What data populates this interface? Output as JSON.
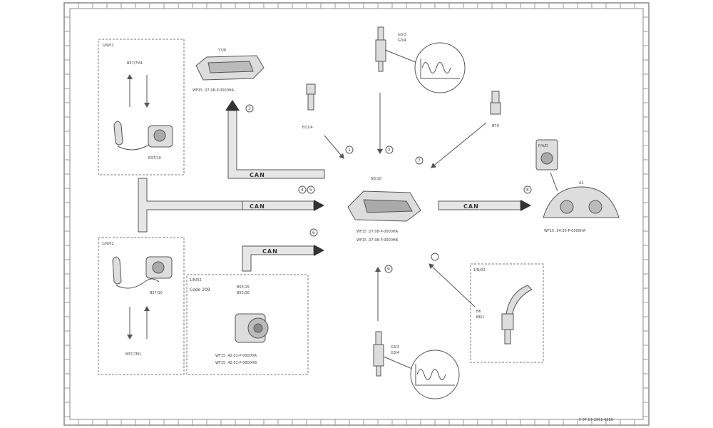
{
  "colors": {
    "line": "#555555",
    "frame": "#888888",
    "bus_fill": "#e6e6e6",
    "panel_dash": "#777777"
  },
  "bus_label": "CAN",
  "ecu": {
    "code": "N3/10",
    "ref_1": "WF15 .07.08-P-0000HA",
    "ref_2": "WF15 .07.08-P-0000HB"
  },
  "top_left_group": {
    "tag": "1/N/02",
    "sensor": "B37/10",
    "sensor_top": "B37/7M1"
  },
  "bottom_left_group": {
    "tag": "1/N/02",
    "sensor": "B37/10",
    "sensor_bottom": "B37/7M1"
  },
  "top_module": {
    "code": "Y3/8",
    "ref": "WF15 .07.08-P-0000HA"
  },
  "sensor_b11": {
    "code": "B11/4"
  },
  "sensor_b70": {
    "code": "B70"
  },
  "top_oxygen": {
    "code_1": "G3/3",
    "code_2": "G3/4"
  },
  "bottom_oxygen": {
    "code_1": "G3/3",
    "code_2": "G3/4"
  },
  "cluster": {
    "code": "A1",
    "ref": "WF15 .54.30-P-0000HA",
    "panel": "P/A/D"
  },
  "bottom_left_box": {
    "tag": "1/N/02",
    "text": "Code 209",
    "codes": [
      "B55/15",
      "B55/16"
    ],
    "ref_1": "WF15 .42.01-P-0000HA",
    "ref_2": "WF15 .42.01-P-0000HB"
  },
  "right_box": {
    "tag": "1/N/02",
    "code_1": "B6",
    "code_2": "B6/1"
  },
  "numbers": [
    "3",
    "4",
    "5",
    "6",
    "1",
    "2",
    "7",
    "8",
    "9"
  ],
  "footer": "P 07.07-2061-09EH"
}
